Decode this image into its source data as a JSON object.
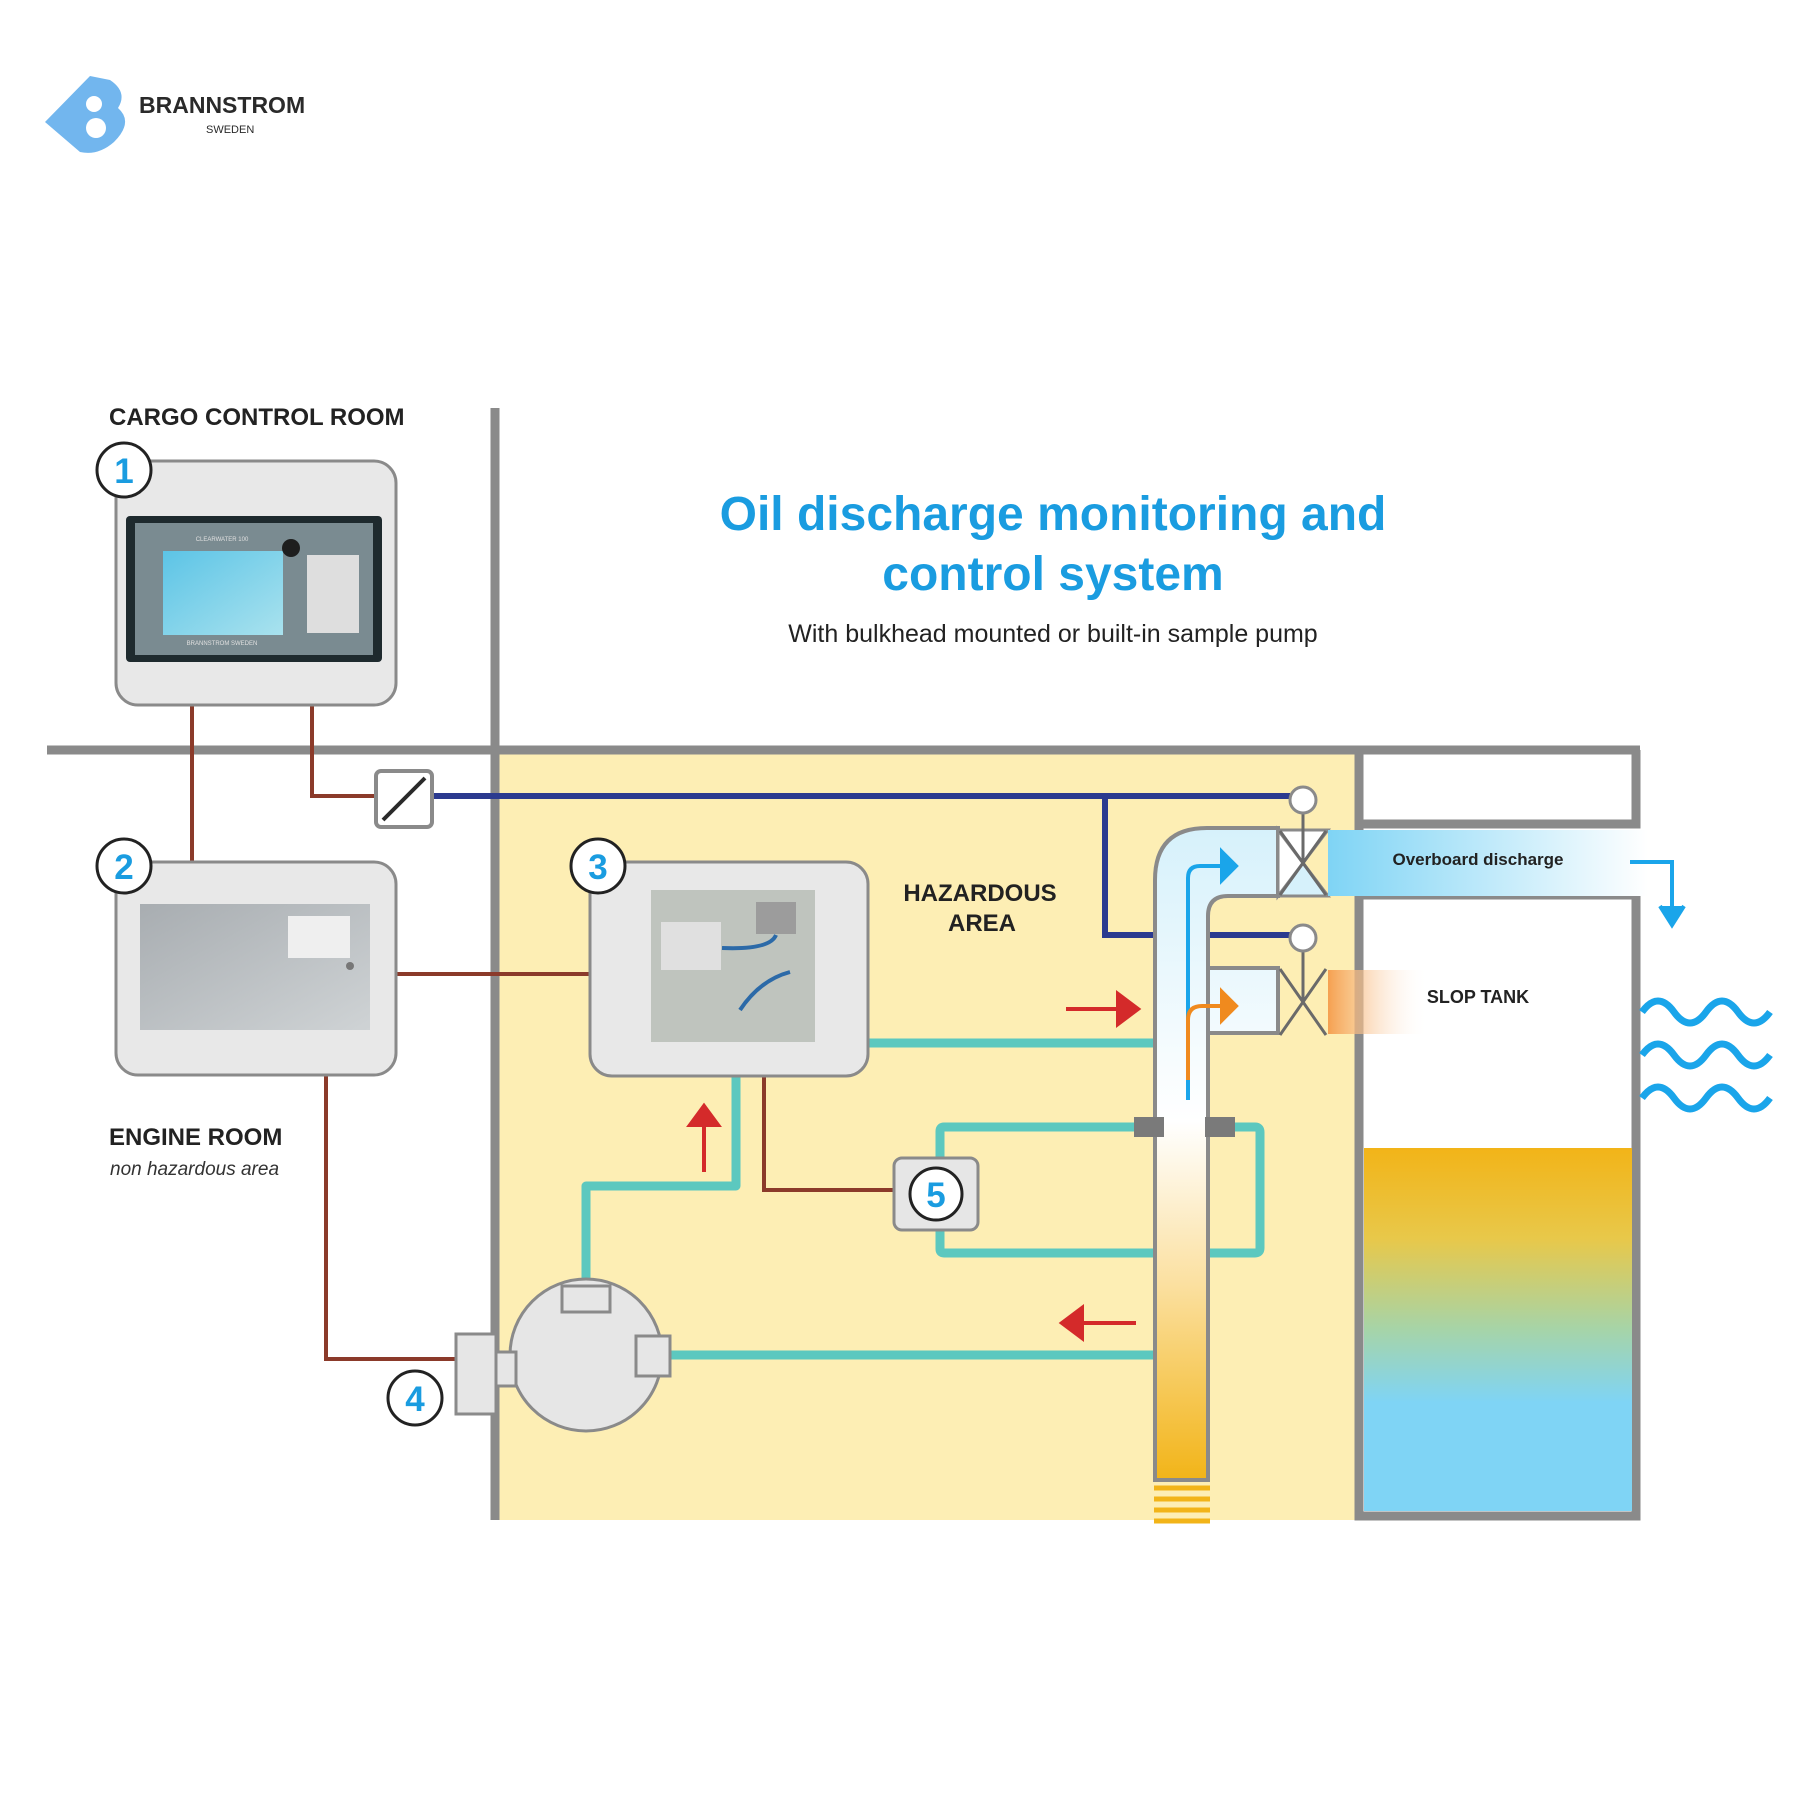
{
  "brand": {
    "name": "BRANNSTROM",
    "country": "SWEDEN",
    "logo_icon": "brannstrom-b-logo"
  },
  "title": {
    "line1": "Oil discharge monitoring and",
    "line2": "control system",
    "subtitle": "With bulkhead mounted or built-in sample pump"
  },
  "areas": {
    "cargo_control_room": "CARGO CONTROL ROOM",
    "engine_room": "ENGINE ROOM",
    "engine_room_note": "non hazardous area",
    "hazardous_line1": "HAZARDOUS",
    "hazardous_line2": "AREA"
  },
  "components": [
    {
      "number": "1",
      "icon": "control-unit"
    },
    {
      "number": "2",
      "icon": "junction-box"
    },
    {
      "number": "3",
      "icon": "oil-analyzer"
    },
    {
      "number": "4",
      "icon": "sample-pump"
    },
    {
      "number": "5",
      "icon": "flow-meter"
    }
  ],
  "panel_labels": {
    "unit1_brand": "BRANNSTROM SWEDEN",
    "unit1_model": "CLEARWATER 100"
  },
  "outlets": {
    "overboard": "Overboard discharge",
    "slop_tank": "SLOP TANK"
  },
  "colors": {
    "accent_blue": "#1a9ce0",
    "hazard_fill": "#fdeeb4",
    "wall_gray": "#8a8a8a",
    "cable_brown": "#8b3a2a",
    "signal_navy": "#2b3a8f",
    "sample_teal": "#5cc8bf",
    "flow_red": "#d42a2a",
    "flow_orange": "#f08a1e",
    "oil_yellow": "#f2b418",
    "water_blue": "#7fd4f5"
  }
}
